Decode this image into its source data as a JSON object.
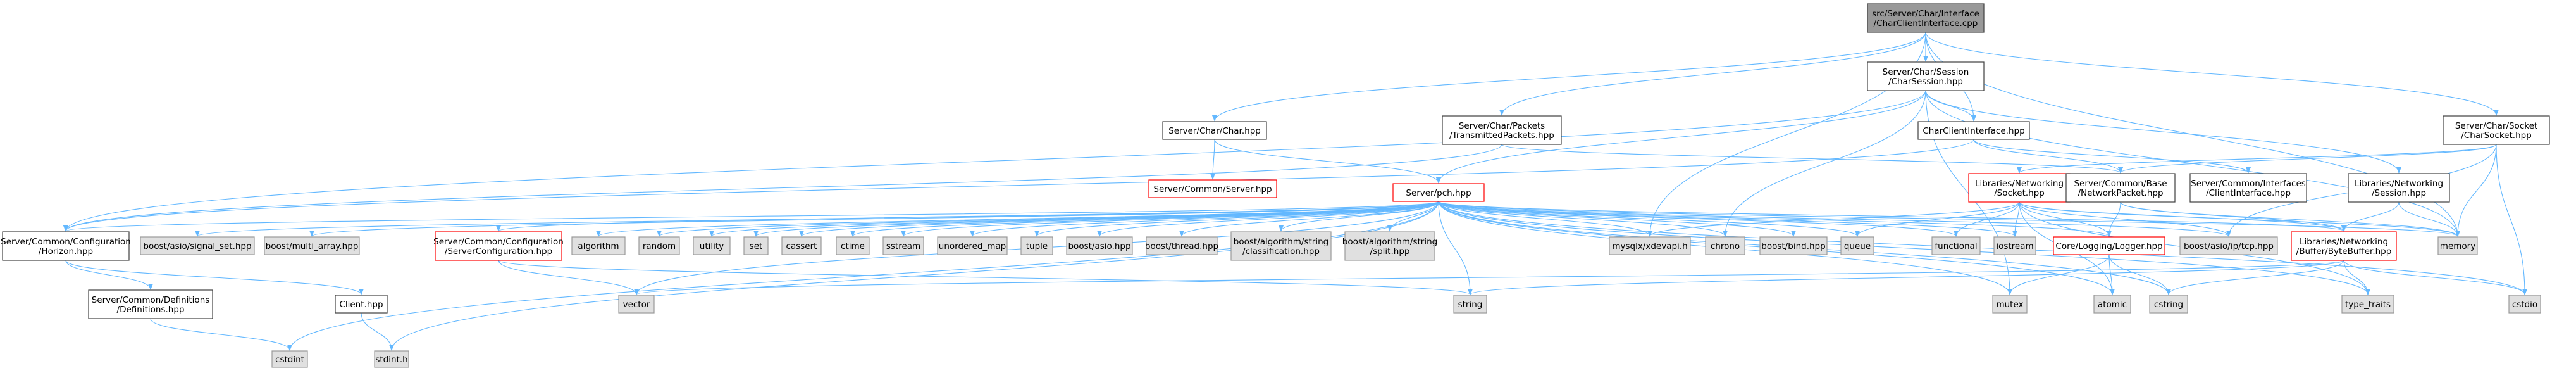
{
  "diagram": {
    "style": {
      "edge_color": "#63b8ff",
      "box_border_default": "#404040",
      "box_border_highlight": "#ff0000",
      "root_fill": "#999999",
      "node_fill": "#ffffff",
      "system_fill": "#e0e0e0"
    },
    "nodes": [
      {
        "id": "root",
        "lines": [
          "src/Server/Char/Interface",
          "/CharClientInterface.cpp"
        ],
        "kind": "root"
      },
      {
        "id": "charsession",
        "lines": [
          "Server/Char/Session",
          "/CharSession.hpp"
        ],
        "kind": "node"
      },
      {
        "id": "charhpp",
        "lines": [
          "Server/Char/Char.hpp"
        ],
        "kind": "node"
      },
      {
        "id": "charpackets",
        "lines": [
          "Server/Char/Packets",
          "/TransmittedPackets.hpp"
        ],
        "kind": "node"
      },
      {
        "id": "charclientinterface",
        "lines": [
          "CharClientInterface.hpp"
        ],
        "kind": "node"
      },
      {
        "id": "charsocket",
        "lines": [
          "Server/Char/Socket",
          "/CharSocket.hpp"
        ],
        "kind": "node"
      },
      {
        "id": "commonserver",
        "lines": [
          "Server/Common/Server.hpp"
        ],
        "kind": "red"
      },
      {
        "id": "pch",
        "lines": [
          "Server/pch.hpp"
        ],
        "kind": "red"
      },
      {
        "id": "libsocket",
        "lines": [
          "Libraries/Networking",
          "/Socket.hpp"
        ],
        "kind": "red"
      },
      {
        "id": "basenetpacket",
        "lines": [
          "Server/Common/Base",
          "/NetworkPacket.hpp"
        ],
        "kind": "node"
      },
      {
        "id": "clientiface",
        "lines": [
          "Server/Common/Interfaces",
          "/ClientInterface.hpp"
        ],
        "kind": "node"
      },
      {
        "id": "libsession",
        "lines": [
          "Libraries/Networking",
          "/Session.hpp"
        ],
        "kind": "node"
      },
      {
        "id": "horizon",
        "lines": [
          "Server/Common/Configuration",
          "/Horizon.hpp"
        ],
        "kind": "node"
      },
      {
        "id": "signalset",
        "lines": [
          "boost/asio/signal_set.hpp"
        ],
        "kind": "sys"
      },
      {
        "id": "multiarray",
        "lines": [
          "boost/multi_array.hpp"
        ],
        "kind": "sys"
      },
      {
        "id": "serverconfig",
        "lines": [
          "Server/Common/Configuration",
          "/ServerConfiguration.hpp"
        ],
        "kind": "red"
      },
      {
        "id": "algorithm",
        "lines": [
          "algorithm"
        ],
        "kind": "sys"
      },
      {
        "id": "random",
        "lines": [
          "random"
        ],
        "kind": "sys"
      },
      {
        "id": "utility",
        "lines": [
          "utility"
        ],
        "kind": "sys"
      },
      {
        "id": "set",
        "lines": [
          "set"
        ],
        "kind": "sys"
      },
      {
        "id": "cassert",
        "lines": [
          "cassert"
        ],
        "kind": "sys"
      },
      {
        "id": "ctime",
        "lines": [
          "ctime"
        ],
        "kind": "sys"
      },
      {
        "id": "sstream",
        "lines": [
          "sstream"
        ],
        "kind": "sys"
      },
      {
        "id": "unorderedmap",
        "lines": [
          "unordered_map"
        ],
        "kind": "sys"
      },
      {
        "id": "tuple",
        "lines": [
          "tuple"
        ],
        "kind": "sys"
      },
      {
        "id": "boostasio",
        "lines": [
          "boost/asio.hpp"
        ],
        "kind": "sys"
      },
      {
        "id": "boostthread",
        "lines": [
          "boost/thread.hpp"
        ],
        "kind": "sys"
      },
      {
        "id": "classification",
        "lines": [
          "boost/algorithm/string",
          "/classification.hpp"
        ],
        "kind": "sys"
      },
      {
        "id": "split",
        "lines": [
          "boost/algorithm/string",
          "/split.hpp"
        ],
        "kind": "sys"
      },
      {
        "id": "mysqlx",
        "lines": [
          "mysqlx/xdevapi.h"
        ],
        "kind": "sys"
      },
      {
        "id": "chrono",
        "lines": [
          "chrono"
        ],
        "kind": "sys"
      },
      {
        "id": "boostbind",
        "lines": [
          "boost/bind.hpp"
        ],
        "kind": "sys"
      },
      {
        "id": "queue",
        "lines": [
          "queue"
        ],
        "kind": "sys"
      },
      {
        "id": "functional",
        "lines": [
          "functional"
        ],
        "kind": "sys"
      },
      {
        "id": "iostream",
        "lines": [
          "iostream"
        ],
        "kind": "sys"
      },
      {
        "id": "logger",
        "lines": [
          "Core/Logging/Logger.hpp"
        ],
        "kind": "red"
      },
      {
        "id": "asiotcp",
        "lines": [
          "boost/asio/ip/tcp.hpp"
        ],
        "kind": "sys"
      },
      {
        "id": "bytebuffer",
        "lines": [
          "Libraries/Networking",
          "/Buffer/ByteBuffer.hpp"
        ],
        "kind": "red"
      },
      {
        "id": "memory",
        "lines": [
          "memory"
        ],
        "kind": "sys"
      },
      {
        "id": "definitions",
        "lines": [
          "Server/Common/Definitions",
          "/Definitions.hpp"
        ],
        "kind": "node"
      },
      {
        "id": "clienthpp",
        "lines": [
          "Client.hpp"
        ],
        "kind": "node"
      },
      {
        "id": "vector",
        "lines": [
          "vector"
        ],
        "kind": "sys"
      },
      {
        "id": "string",
        "lines": [
          "string"
        ],
        "kind": "sys"
      },
      {
        "id": "mutex",
        "lines": [
          "mutex"
        ],
        "kind": "sys"
      },
      {
        "id": "atomic",
        "lines": [
          "atomic"
        ],
        "kind": "sys"
      },
      {
        "id": "cstring",
        "lines": [
          "cstring"
        ],
        "kind": "sys"
      },
      {
        "id": "typetraits",
        "lines": [
          "type_traits"
        ],
        "kind": "sys"
      },
      {
        "id": "cstdio",
        "lines": [
          "cstdio"
        ],
        "kind": "sys"
      },
      {
        "id": "cstdint",
        "lines": [
          "cstdint"
        ],
        "kind": "sys"
      },
      {
        "id": "stdinth",
        "lines": [
          "stdint.h"
        ],
        "kind": "sys"
      }
    ],
    "edges": [
      [
        "root",
        "charsession"
      ],
      [
        "root",
        "charhpp"
      ],
      [
        "root",
        "charpackets"
      ],
      [
        "root",
        "charclientinterface"
      ],
      [
        "root",
        "charsocket"
      ],
      [
        "root",
        "memory"
      ],
      [
        "root",
        "mysqlx"
      ],
      [
        "charsession",
        "charclientinterface"
      ],
      [
        "charsession",
        "horizon"
      ],
      [
        "charsession",
        "chrono"
      ],
      [
        "charsession",
        "mutex"
      ],
      [
        "charsession",
        "libsession"
      ],
      [
        "charsession",
        "memory"
      ],
      [
        "charsession",
        "pch"
      ],
      [
        "charhpp",
        "commonserver"
      ],
      [
        "charhpp",
        "pch"
      ],
      [
        "charpackets",
        "basenetpacket"
      ],
      [
        "charpackets",
        "horizon"
      ],
      [
        "charclientinterface",
        "basenetpacket"
      ],
      [
        "charclientinterface",
        "clientiface"
      ],
      [
        "charclientinterface",
        "horizon"
      ],
      [
        "charsocket",
        "libsocket"
      ],
      [
        "charsocket",
        "basenetpacket"
      ],
      [
        "charsocket",
        "memory"
      ],
      [
        "charsocket",
        "asiotcp"
      ],
      [
        "charsocket",
        "cstdio"
      ],
      [
        "libsession",
        "bytebuffer"
      ],
      [
        "libsession",
        "memory"
      ],
      [
        "libsocket",
        "logger"
      ],
      [
        "libsocket",
        "queue"
      ],
      [
        "libsocket",
        "functional"
      ],
      [
        "libsocket",
        "iostream"
      ],
      [
        "libsocket",
        "bytebuffer"
      ],
      [
        "libsocket",
        "asiotcp"
      ],
      [
        "libsocket",
        "memory"
      ],
      [
        "libsocket",
        "atomic"
      ],
      [
        "libsocket",
        "mysqlx"
      ],
      [
        "libsocket",
        "typetraits"
      ],
      [
        "basenetpacket",
        "logger"
      ],
      [
        "basenetpacket",
        "memory"
      ],
      [
        "basenetpacket",
        "bytebuffer"
      ],
      [
        "logger",
        "mutex"
      ],
      [
        "logger",
        "atomic"
      ],
      [
        "logger",
        "cstring"
      ],
      [
        "bytebuffer",
        "vector"
      ],
      [
        "bytebuffer",
        "string"
      ],
      [
        "bytebuffer",
        "cstring"
      ],
      [
        "bytebuffer",
        "typetraits"
      ],
      [
        "bytebuffer",
        "cstdio"
      ],
      [
        "pch",
        "horizon"
      ],
      [
        "pch",
        "signalset"
      ],
      [
        "pch",
        "multiarray"
      ],
      [
        "pch",
        "serverconfig"
      ],
      [
        "pch",
        "algorithm"
      ],
      [
        "pch",
        "random"
      ],
      [
        "pch",
        "utility"
      ],
      [
        "pch",
        "set"
      ],
      [
        "pch",
        "cassert"
      ],
      [
        "pch",
        "ctime"
      ],
      [
        "pch",
        "sstream"
      ],
      [
        "pch",
        "unorderedmap"
      ],
      [
        "pch",
        "tuple"
      ],
      [
        "pch",
        "boostasio"
      ],
      [
        "pch",
        "boostthread"
      ],
      [
        "pch",
        "classification"
      ],
      [
        "pch",
        "split"
      ],
      [
        "pch",
        "mysqlx"
      ],
      [
        "pch",
        "chrono"
      ],
      [
        "pch",
        "boostbind"
      ],
      [
        "pch",
        "queue"
      ],
      [
        "pch",
        "functional"
      ],
      [
        "pch",
        "iostream"
      ],
      [
        "pch",
        "logger"
      ],
      [
        "pch",
        "asiotcp"
      ],
      [
        "pch",
        "bytebuffer"
      ],
      [
        "pch",
        "memory"
      ],
      [
        "pch",
        "vector"
      ],
      [
        "pch",
        "string"
      ],
      [
        "pch",
        "mutex"
      ],
      [
        "pch",
        "atomic"
      ],
      [
        "pch",
        "cstdint"
      ],
      [
        "pch",
        "stdinth"
      ],
      [
        "pch",
        "cstring"
      ],
      [
        "pch",
        "typetraits"
      ],
      [
        "pch",
        "cstdio"
      ],
      [
        "horizon",
        "definitions"
      ],
      [
        "horizon",
        "clienthpp"
      ],
      [
        "definitions",
        "cstdint"
      ],
      [
        "clienthpp",
        "stdinth"
      ],
      [
        "serverconfig",
        "vector"
      ],
      [
        "serverconfig",
        "string"
      ]
    ]
  }
}
